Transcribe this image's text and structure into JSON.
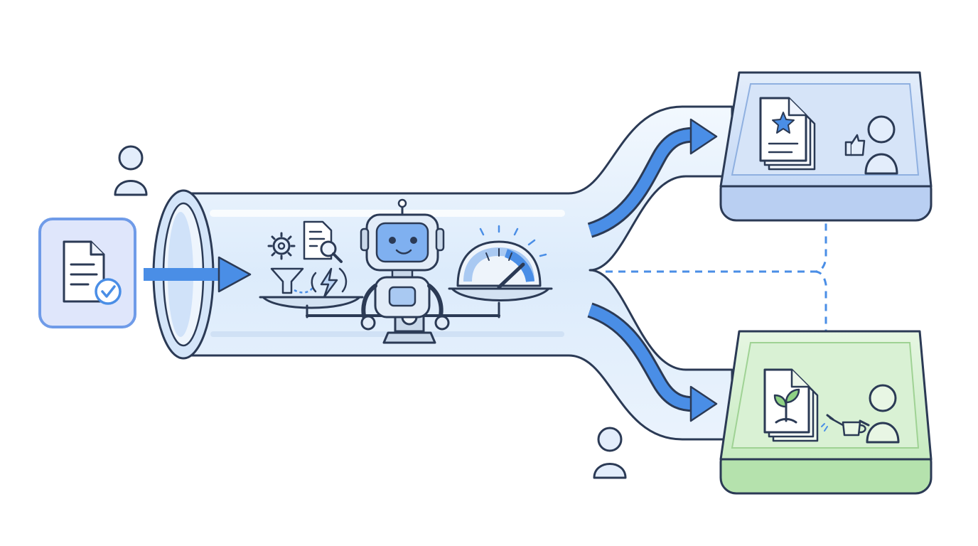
{
  "diagram": {
    "nodes": [
      {
        "id": "input-document",
        "icon": "document-check-icon"
      },
      {
        "id": "user-top",
        "icon": "person-icon"
      },
      {
        "id": "user-bottom",
        "icon": "person-icon"
      },
      {
        "id": "tube-inlet",
        "icon": "ring-opening-icon"
      },
      {
        "id": "evaluator-robot",
        "icon": "robot-icon"
      },
      {
        "id": "balance-scale",
        "icon": "scale-icon"
      },
      {
        "id": "output-premium-tray",
        "icon": "star-document-thumbs-up-icon"
      },
      {
        "id": "output-nurture-tray",
        "icon": "sprout-document-watering-icon"
      }
    ],
    "tools": [
      "gear-icon",
      "document-search-icon",
      "funnel-icon",
      "lightning-icon",
      "gauge-icon"
    ],
    "edges": [
      {
        "from": "input-document",
        "to": "tube-inlet",
        "style": "arrow"
      },
      {
        "from": "evaluator-robot",
        "to": "output-premium-tray",
        "style": "flow-arrow"
      },
      {
        "from": "evaluator-robot",
        "to": "output-nurture-tray",
        "style": "flow-arrow"
      },
      {
        "from": "output-premium-tray",
        "to": "output-nurture-tray",
        "style": "dashed"
      }
    ],
    "colors": {
      "ink": "#2b3a55",
      "accent_blue": "#4a8ee6",
      "tube_fill": "#e4f0fc",
      "premium_tray": "#cfe0f8",
      "nurture_tray": "#d4efcf",
      "doc_card": "#dfe6fb"
    }
  }
}
